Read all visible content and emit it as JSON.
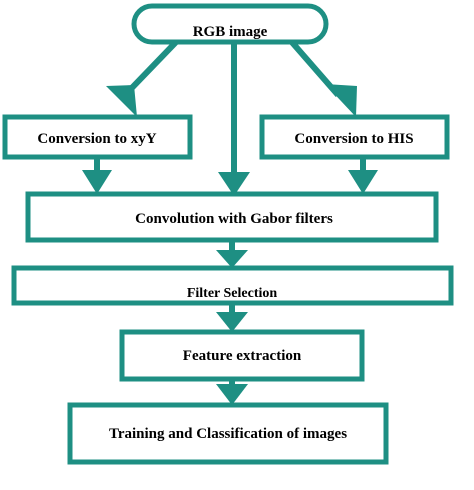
{
  "colors": {
    "stroke": "#1e8f83",
    "fill": "#ffffff",
    "text": "#000000"
  },
  "nodes": {
    "start": {
      "label": "RGB image",
      "shape": "rounded-terminal"
    },
    "xyy": {
      "label": "Conversion to xyY",
      "shape": "box"
    },
    "his": {
      "label": "Conversion to HIS",
      "shape": "box"
    },
    "gabor": {
      "label": "Convolution with Gabor filters",
      "shape": "box"
    },
    "filter": {
      "label": "Filter Selection",
      "shape": "box"
    },
    "feature": {
      "label": "Feature extraction",
      "shape": "box"
    },
    "training": {
      "label": "Training and Classification of images",
      "shape": "box"
    }
  },
  "edges": [
    {
      "from": "start",
      "to": "xyy"
    },
    {
      "from": "start",
      "to": "gabor"
    },
    {
      "from": "start",
      "to": "his"
    },
    {
      "from": "xyy",
      "to": "gabor"
    },
    {
      "from": "his",
      "to": "gabor"
    },
    {
      "from": "gabor",
      "to": "filter"
    },
    {
      "from": "filter",
      "to": "feature"
    },
    {
      "from": "feature",
      "to": "training"
    }
  ]
}
